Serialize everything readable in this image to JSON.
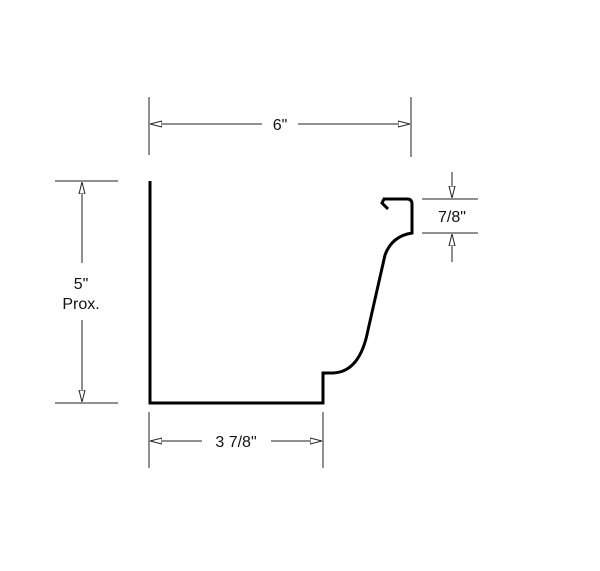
{
  "diagram": {
    "type": "K-style gutter profile (technical drawing)",
    "dimensions": {
      "top_width": "6\"",
      "height_value": "5\"",
      "height_note": "Prox.",
      "bottom_width": "3 7/8\"",
      "lip_height": "7/8\""
    },
    "colors": {
      "profile_line": "#000000",
      "dimension_line": "#222222",
      "background": "#ffffff"
    }
  }
}
